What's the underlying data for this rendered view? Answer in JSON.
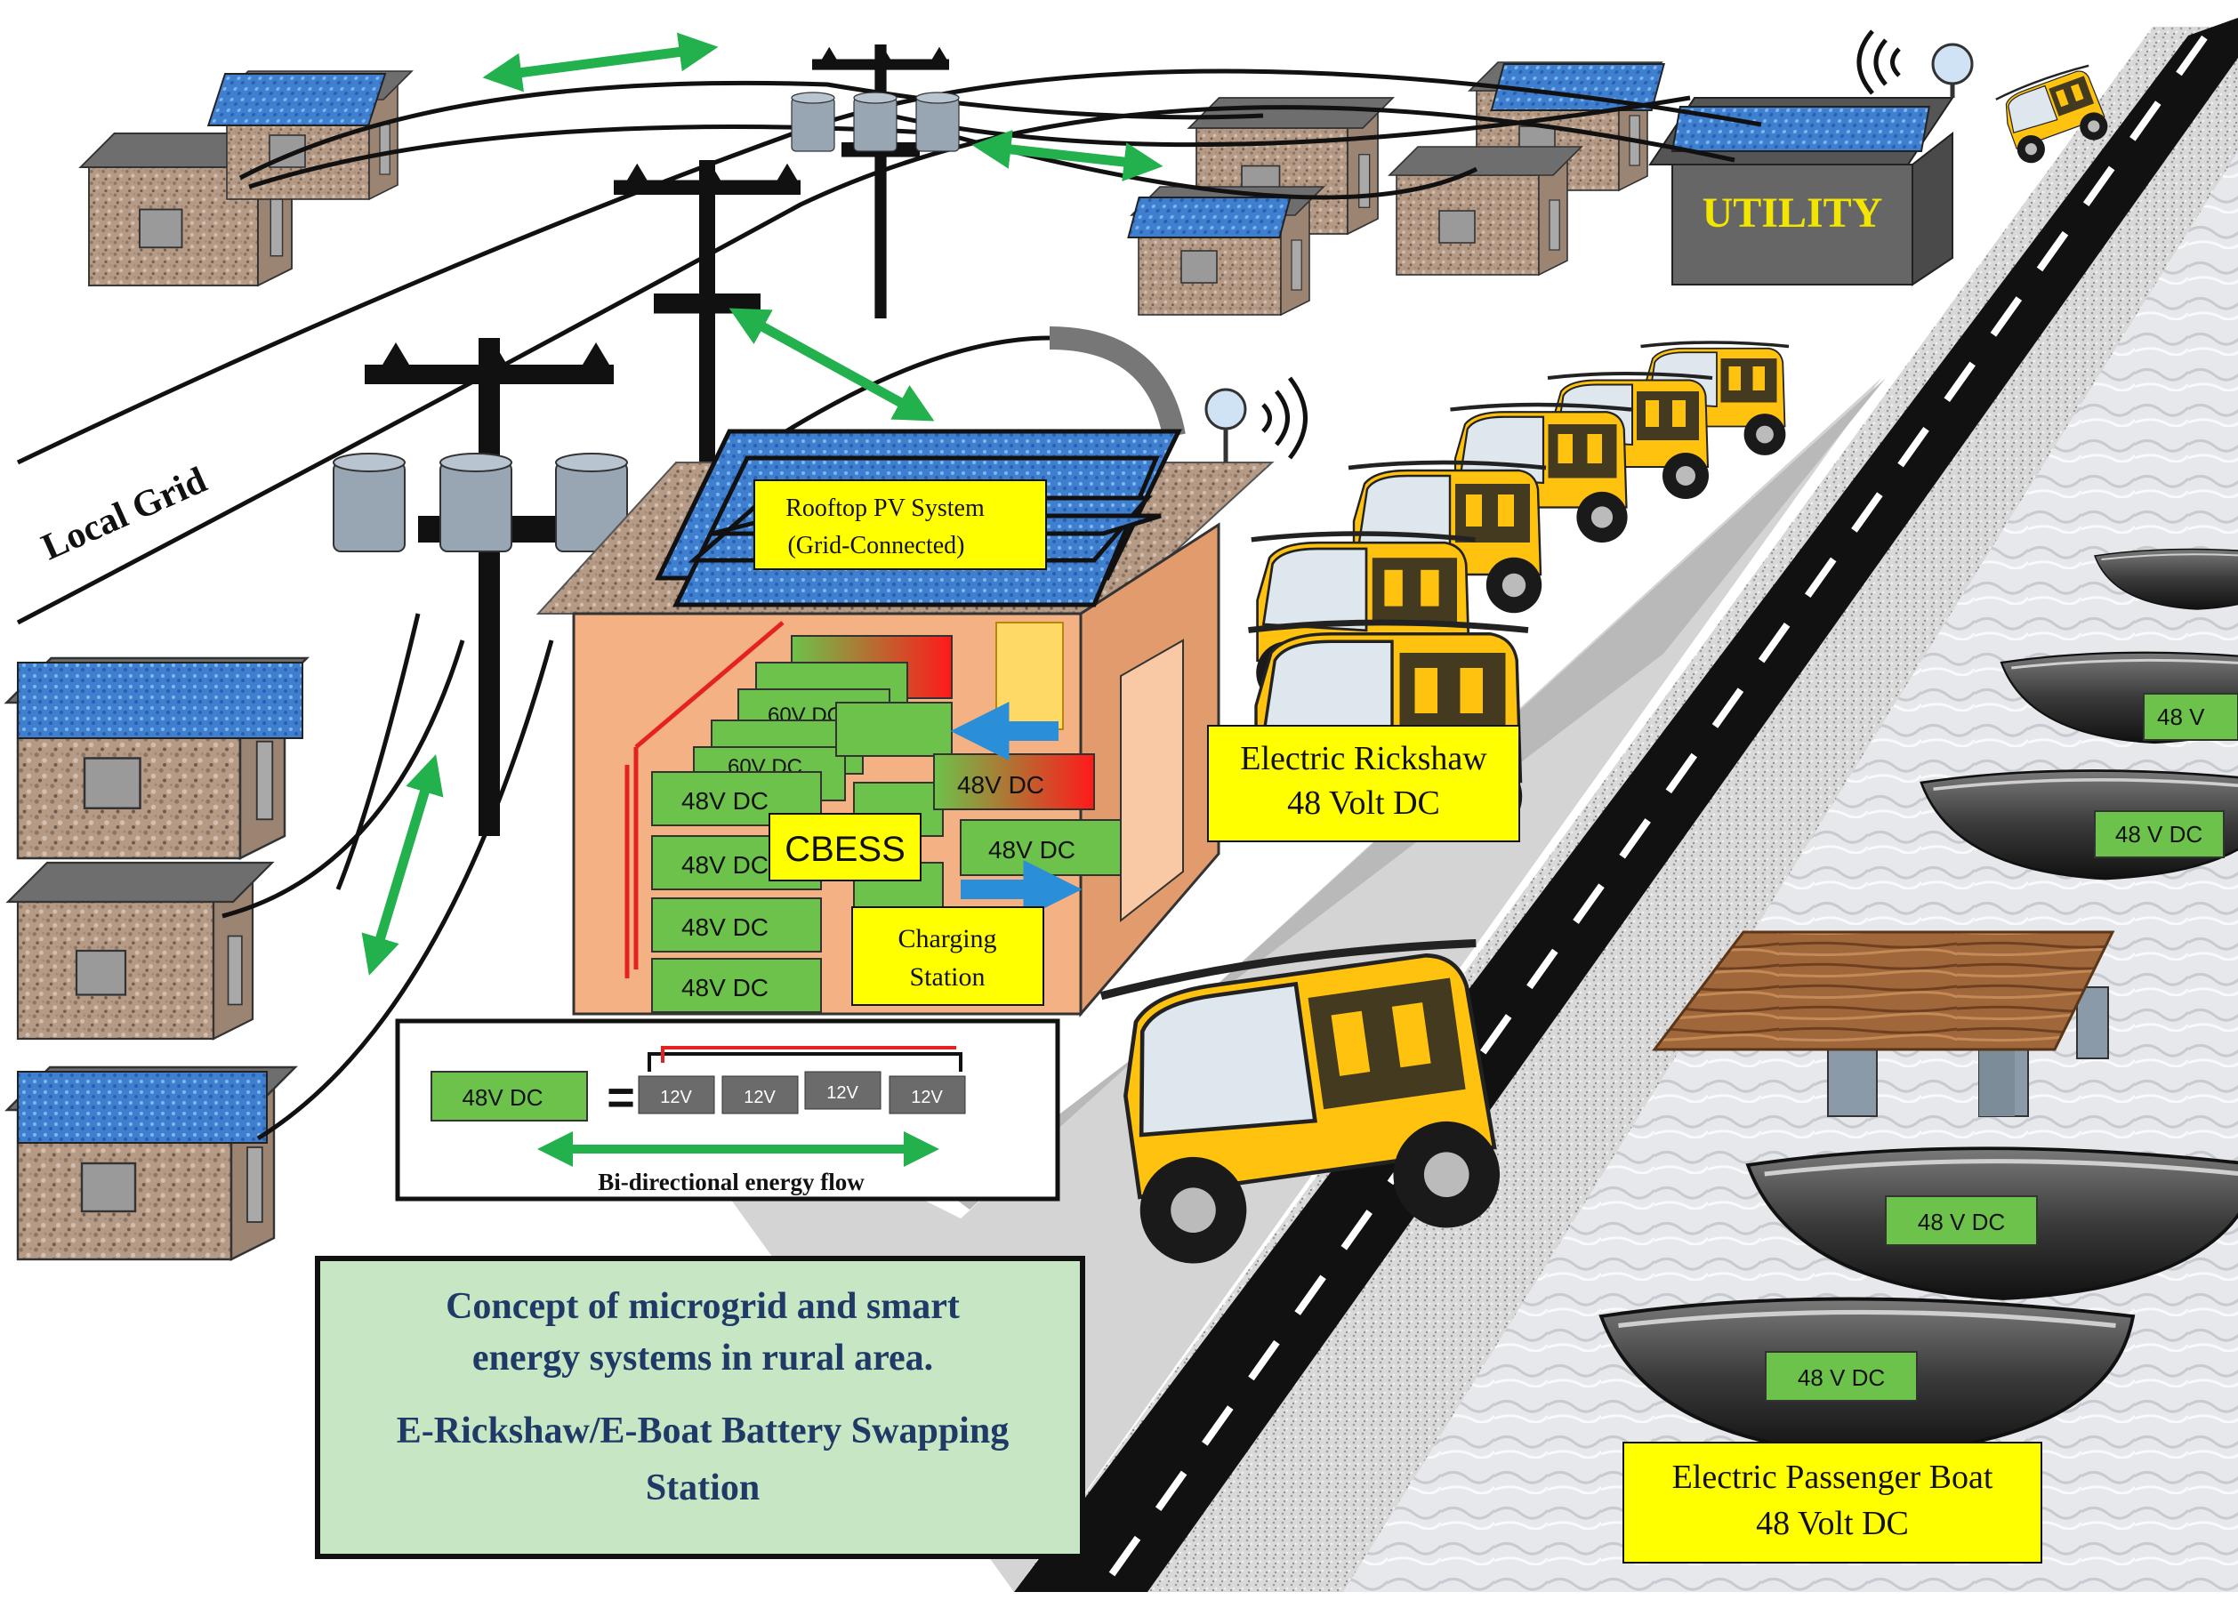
{
  "labels": {
    "local_grid": "Local Grid",
    "utility": "UTILITY",
    "rooftop_pv_line1": "Rooftop PV System",
    "rooftop_pv_line2": "(Grid-Connected)",
    "cbess": "CBESS",
    "charging_line1": "Charging",
    "charging_line2": "Station",
    "rickshaw_line1": "Electric Rickshaw",
    "rickshaw_line2": "48 Volt DC",
    "boat_line1": "Electric Passenger Boat",
    "boat_line2": "48 Volt DC",
    "bidirectional": "Bi-directional energy flow",
    "concept_line1": "Concept of microgrid and smart",
    "concept_line2": "energy systems in rural area.",
    "concept_line3": "E-Rickshaw/E-Boat Battery Swapping",
    "concept_line4": "Station"
  },
  "batteries": {
    "stack": [
      "48V DC",
      "48V DC",
      "48V DC",
      "48V DC"
    ],
    "stack_top_a": "60V DC",
    "stack_top_b": "60V DC",
    "hot": "48V DC",
    "charging": "48V DC",
    "legend": "48V  DC",
    "equals": "=",
    "cells": [
      "12V",
      "12V",
      "12V",
      "12V"
    ],
    "boats": [
      "48 V",
      "48 V DC",
      "48 V DC",
      "48 V DC"
    ]
  },
  "colors": {
    "battery_green": "#6cc24a",
    "label_yellow": "#ffff00",
    "arrow_green": "#22b14c",
    "arrow_blue": "#2a8fd8",
    "concept_bg": "#c6e6c4",
    "concept_text": "#1f3a66",
    "utility_text": "#f2e600",
    "station_wall": "#f4b183"
  },
  "icons": [
    "house-icon",
    "solar-panel-icon",
    "utility-pole-icon",
    "transformer-icon",
    "antenna-icon",
    "wifi-signal-icon",
    "rickshaw-icon",
    "boat-icon",
    "road-icon",
    "bench-icon"
  ]
}
